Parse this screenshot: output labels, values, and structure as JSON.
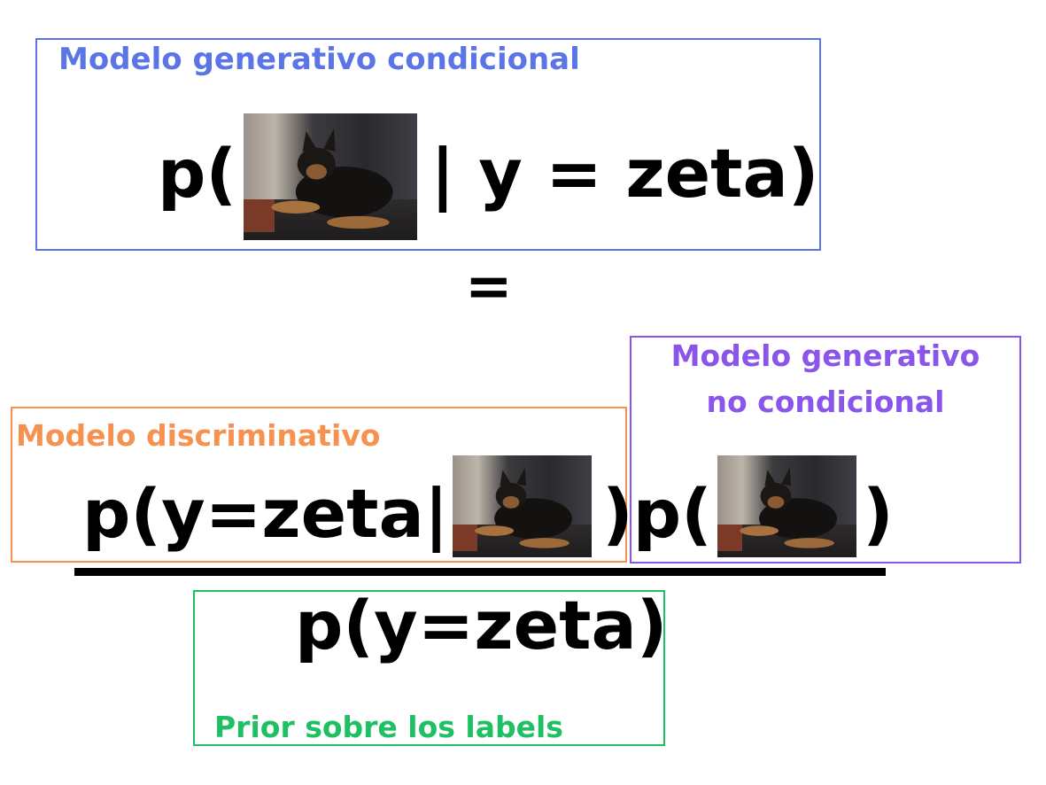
{
  "labels": {
    "conditional": "Modelo generativo condicional",
    "discriminative": "Modelo discriminativo",
    "unconditional_line1": "Modelo generativo",
    "unconditional_line2": "no condicional",
    "prior": "Prior sobre los labels"
  },
  "equation": {
    "top_open": "p(",
    "top_rest": "| y = zeta)",
    "equals": "=",
    "num_open": "p(y=zeta|",
    "num_mid": ")p(",
    "num_close": ")",
    "denominator": "p(y=zeta)"
  },
  "colors": {
    "conditional": "#5b75e6",
    "discriminative": "#f7914f",
    "unconditional": "#8a55ea",
    "prior": "#1fbf63",
    "text": "#000000"
  },
  "icons": {
    "image": "puppy-photo"
  }
}
